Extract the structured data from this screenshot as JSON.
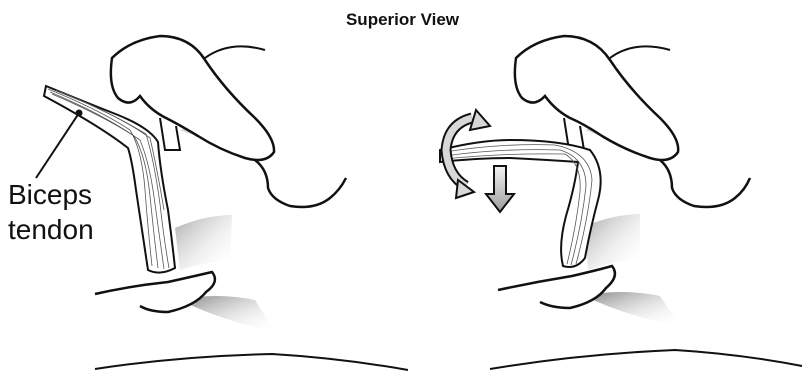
{
  "title": "Superior View",
  "labels": {
    "tendon_line1": "Biceps",
    "tendon_line2": "tendon"
  },
  "colors": {
    "ink": "#111111",
    "shadow": "#9a9a9a",
    "arrow_fill": "#d0d0d0",
    "background": "#ffffff"
  },
  "panels": [
    {
      "id": "normal",
      "icons": [
        "bone-outline",
        "tendon-in-groove"
      ]
    },
    {
      "id": "dislocated",
      "icons": [
        "bone-outline",
        "tendon-displaced",
        "rotation-arrow-icon",
        "down-arrow-icon"
      ]
    }
  ]
}
